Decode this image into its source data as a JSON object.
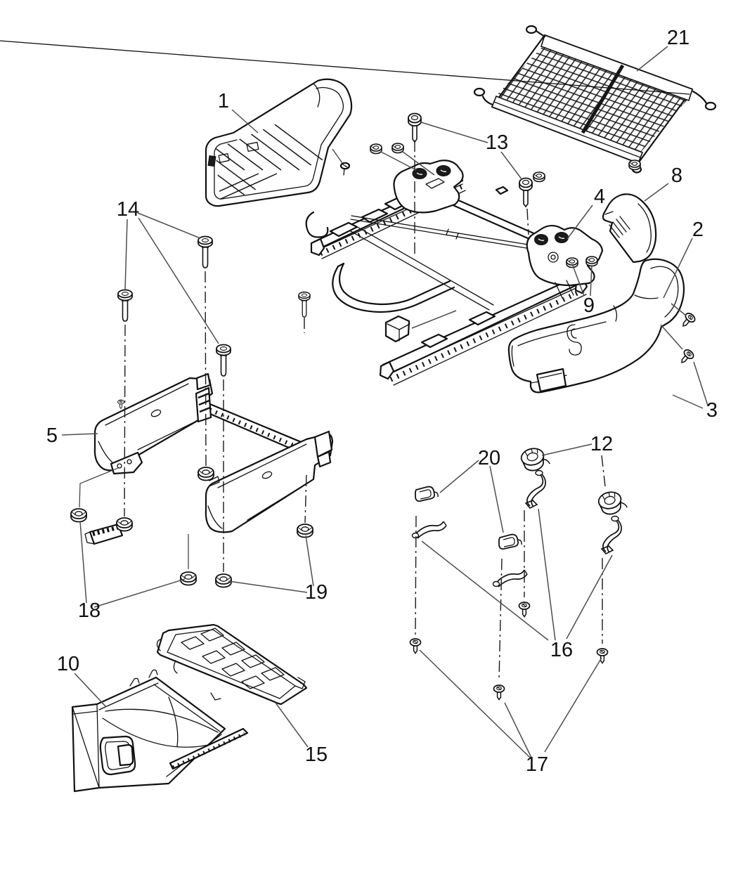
{
  "diagram": {
    "colors": {
      "background": "#ffffff",
      "line": "#111111",
      "leader": "#4d4d4d"
    },
    "callouts": {
      "c1": {
        "label": "1"
      },
      "c2": {
        "label": "2"
      },
      "c3": {
        "label": "3"
      },
      "c4": {
        "label": "4"
      },
      "c5": {
        "label": "5"
      },
      "c8": {
        "label": "8"
      },
      "c9": {
        "label": "9"
      },
      "c10": {
        "label": "10"
      },
      "c12": {
        "label": "12"
      },
      "c13": {
        "label": "13"
      },
      "c14": {
        "label": "14"
      },
      "c15": {
        "label": "15"
      },
      "c16": {
        "label": "16"
      },
      "c17": {
        "label": "17"
      },
      "c18": {
        "label": "18"
      },
      "c19": {
        "label": "19"
      },
      "c20": {
        "label": "20"
      },
      "c21": {
        "label": "21"
      }
    }
  }
}
